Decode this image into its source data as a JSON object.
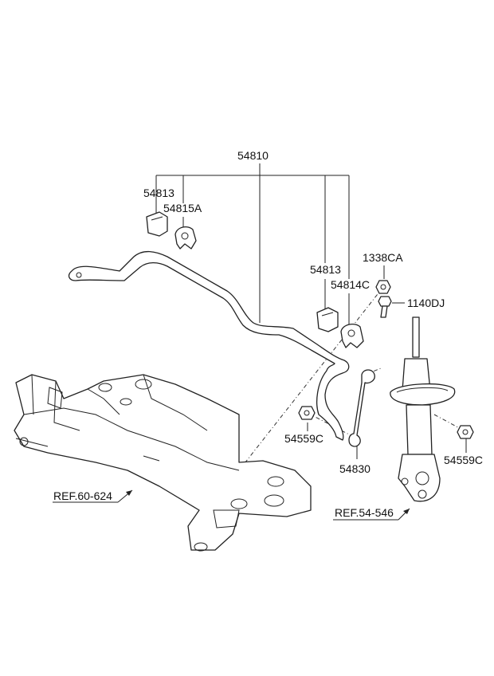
{
  "diagram": {
    "labels": {
      "stabilizer_bar": "54810",
      "bushing_left": "54813",
      "clamp_left": "54815A",
      "bushing_right": "54813",
      "clamp_right": "54814C",
      "nut_top": "1338CA",
      "bolt": "1140DJ",
      "nut_left": "54559C",
      "link": "54830",
      "nut_right": "54559C",
      "ref_crossmember": "REF.60-624",
      "ref_strut": "REF.54-546"
    }
  }
}
